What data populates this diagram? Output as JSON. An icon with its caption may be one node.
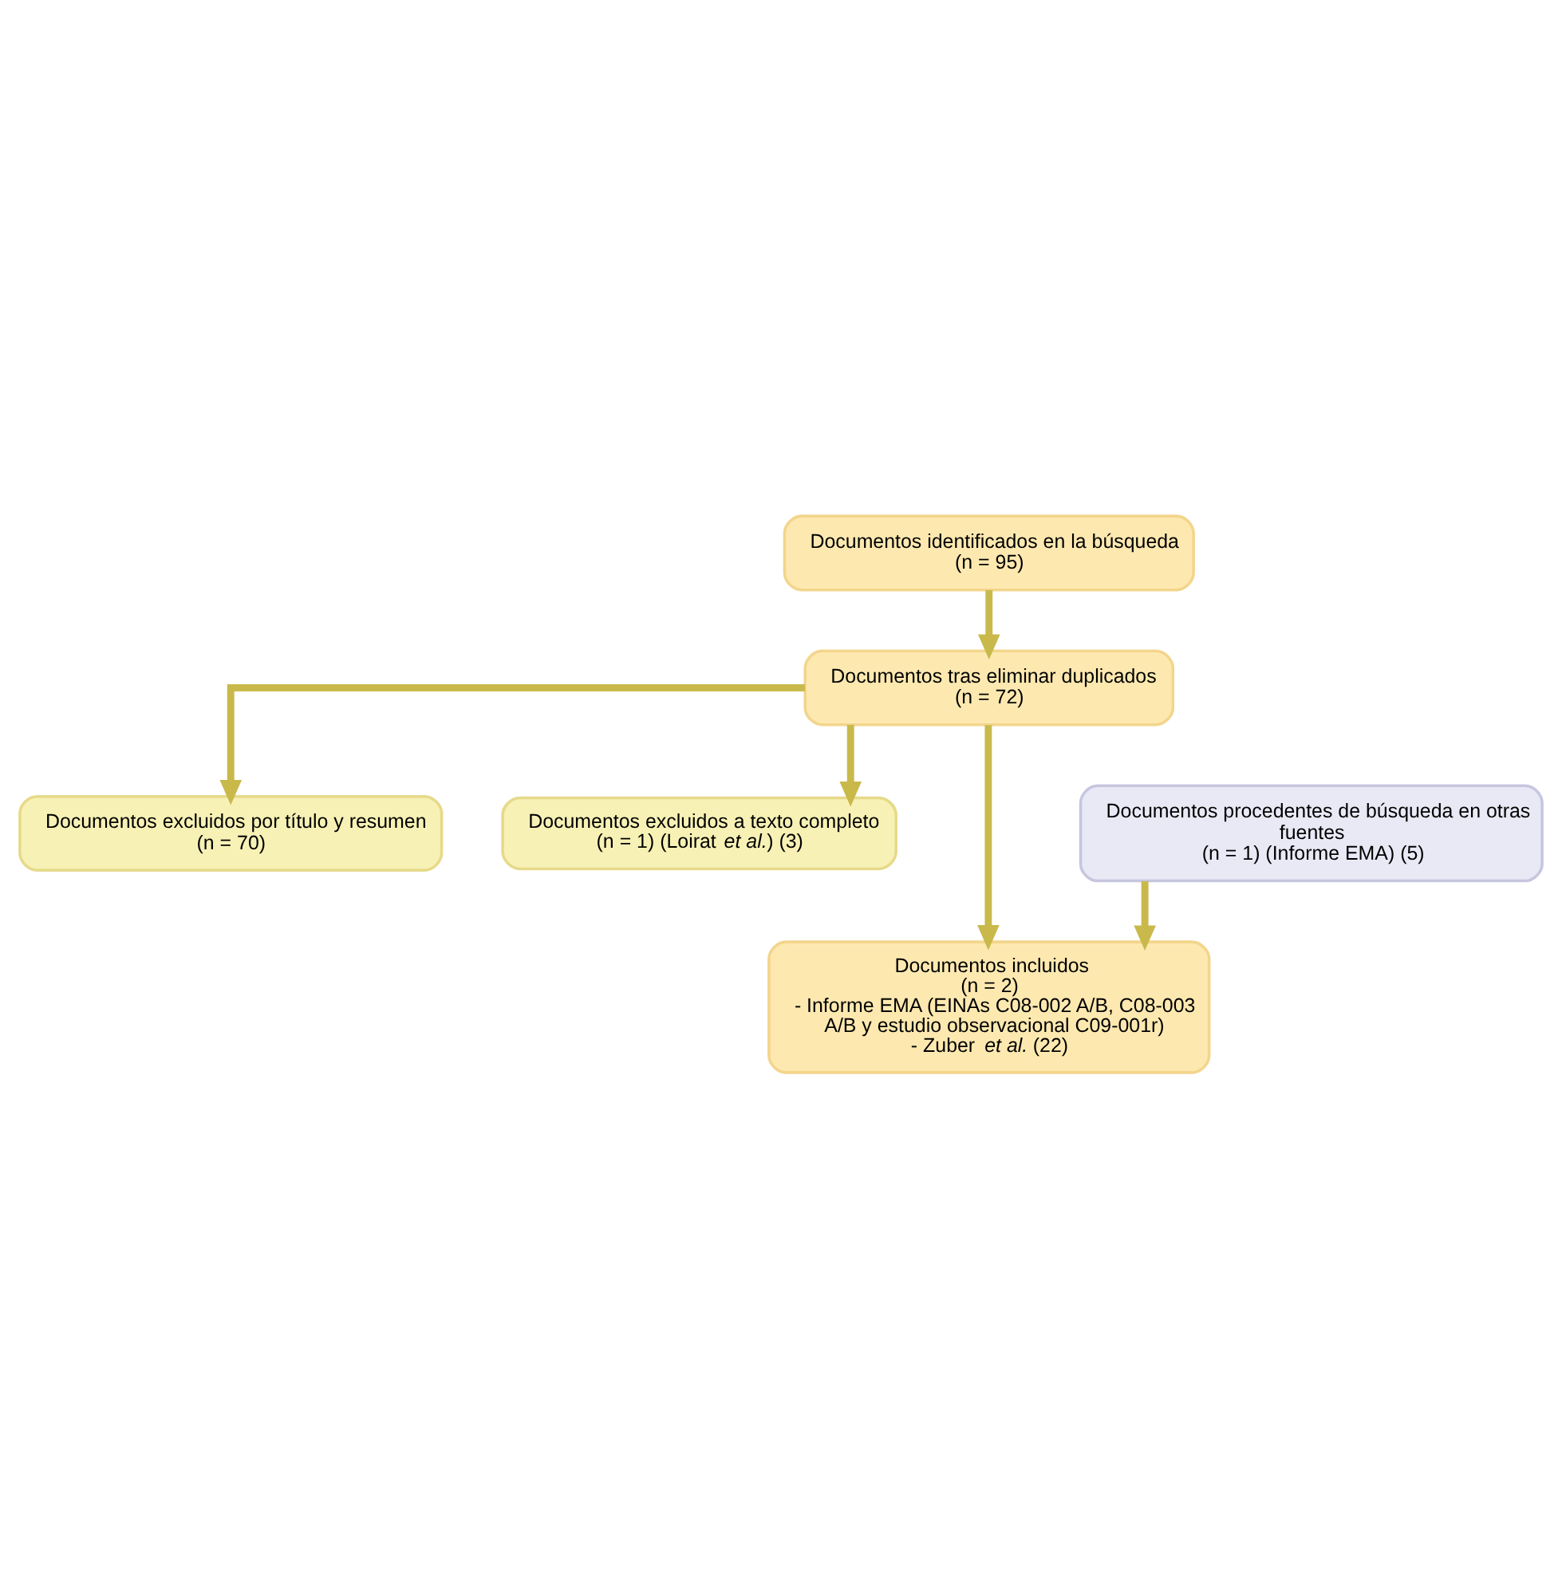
{
  "diagram": {
    "nodes": [
      {
        "text": [
          "Documentos identificados en la búsqueda",
          "(n = 95)"
        ]
      },
      {
        "text": [
          "Documentos tras eliminar duplicados",
          "(n = 72)"
        ]
      },
      {
        "text": [
          "Documentos excluidos por título y resumen",
          "(n = 70)"
        ]
      },
      {
        "text": [
          "Documentos procedentes de búsqueda en otras fuentes",
          "(n = 1) (Informe EMA) (5)"
        ]
      },
      {
        "text": [
          "Documentos excluidos a texto completo",
          "(n = 1) (Loirat *et al.*) (3)"
        ]
      },
      {
        "text": [
          "Documentos incluidos",
          "(n = 2)",
          "- Informe EMA (EINAs C08-002 A/B, C08-003 A/B y estudio observacional C09-001r)",
          "- Zuber *et al.* (22)"
        ]
      }
    ],
    "edges": [
      {
        "from": 0,
        "to": 1,
        "arrow": "to"
      },
      {
        "from": 1,
        "to": 2,
        "arrow": "to"
      },
      {
        "from": 1,
        "to": 4,
        "arrow": "to"
      },
      {
        "from": 1,
        "to": 5,
        "arrow": "to"
      },
      {
        "from": 3,
        "to": 5,
        "arrow": "to"
      }
    ]
  }
}
